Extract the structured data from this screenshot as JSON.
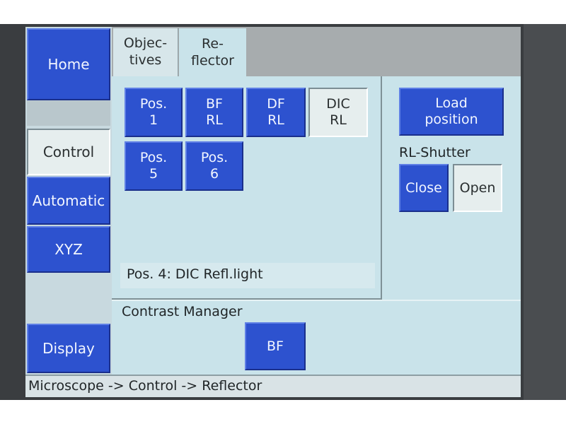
{
  "left_nav": {
    "home": "Home",
    "control": "Control",
    "automatic": "Automatic",
    "xyz": "XYZ",
    "display": "Display"
  },
  "tabs": [
    {
      "line1": "Objec-",
      "line2": "tives"
    },
    {
      "line1": "Re-",
      "line2": "flector"
    }
  ],
  "reflector_positions": [
    {
      "line1": "Pos.",
      "line2": "1"
    },
    {
      "line1": "BF",
      "line2": "RL"
    },
    {
      "line1": "DF",
      "line2": "RL"
    },
    {
      "line1": "DIC",
      "line2": "RL"
    },
    {
      "line1": "Pos.",
      "line2": "5"
    },
    {
      "line1": "Pos.",
      "line2": "6"
    }
  ],
  "selected_position_text": "Pos. 4: DIC Refl.light",
  "load_position": {
    "line1": "Load",
    "line2": "position"
  },
  "rl_shutter": {
    "label": "RL-Shutter",
    "close": "Close",
    "open": "Open"
  },
  "contrast_manager": {
    "label": "Contrast Manager",
    "bf": "BF"
  },
  "status_bar": "Microscope -> Control -> Reflector",
  "colors": {
    "button_blue": "#2d52cf",
    "screen_bg": "#c9e3ea",
    "selected_bg": "#e6eeee"
  }
}
